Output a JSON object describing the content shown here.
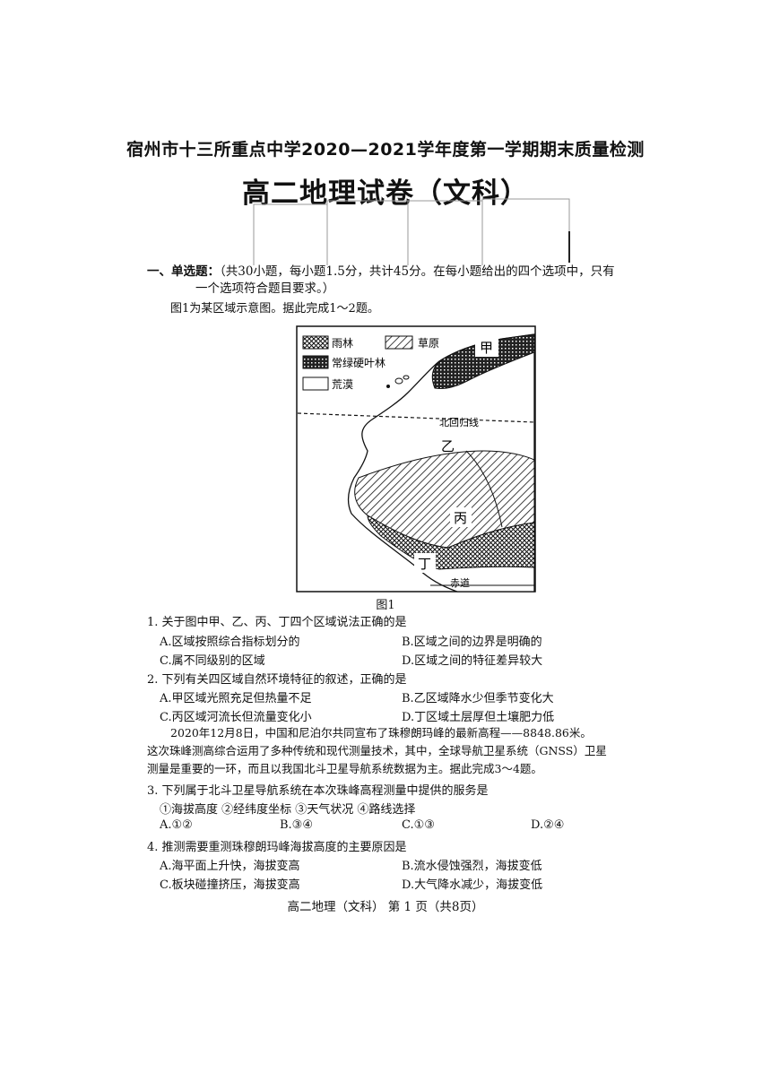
{
  "header": {
    "subtitle": "宿州市十三所重点中学2020—2021学年度第一学期期末质量检测",
    "title": "高二地理试卷（文科）"
  },
  "section1": {
    "label": "一、单选题：",
    "instruction_line1": "（共30小题，每小题1.5分，共计45分。在每小题给出的四个选项中，只有",
    "instruction_line2": "一个选项符合题目要求。）"
  },
  "intro_1_2": "图1为某区域示意图。据此完成1～2题。",
  "figure": {
    "legend": {
      "rainforest": "雨林",
      "grassland": "草原",
      "sclerophyll": "常绿硬叶林",
      "desert": "荒漠"
    },
    "labels": {
      "jia": "甲",
      "yi": "乙",
      "bing": "丙",
      "ding": "丁",
      "tropic": "北回归线",
      "equator": "赤道"
    },
    "caption": "图1"
  },
  "questions": [
    {
      "stem": "1. 关于图中甲、乙、丙、丁四个区域说法正确的是",
      "A": "A.区域按照综合指标划分的",
      "B": "B.区域之间的边界是明确的",
      "C": "C.属不同级别的区域",
      "D": "D.区域之间的特征差异较大"
    },
    {
      "stem": "2. 下列有关四区域自然环境特征的叙述，正确的是",
      "A": "A.甲区域光照充足但热量不足",
      "B": "B.乙区域降水少但季节变化大",
      "C": "C.丙区域河流长但流量变化小",
      "D": "D.丁区域土层厚但土壤肥力低"
    }
  ],
  "passage_3_4": {
    "line1": "2020年12月8日，中国和尼泊尔共同宣布了珠穆朗玛峰的最新高程——8848.86米。",
    "line2": "这次珠峰测高综合运用了多种传统和现代测量技术，其中，全球导航卫星系统（GNSS）卫星",
    "line3": "测量是重要的一环，而且以我国北斗卫星导航系统数据为主。据此完成3～4题。"
  },
  "q3": {
    "stem": "3. 下列属于北斗卫星导航系统在本次珠峰高程测量中提供的服务是",
    "items": "①海拔高度   ②经纬度坐标  ③天气状况   ④路线选择",
    "A": "A.①②",
    "B": "B.③④",
    "C": "C.①③",
    "D": "D.②④"
  },
  "q4": {
    "stem": "4. 推测需要重测珠穆朗玛峰海拔高度的主要原因是",
    "A": "A.海平面上升快，海拔变高",
    "B": "B.流水侵蚀强烈，海拔变低",
    "C": "C.板块碰撞挤压，海拔变高",
    "D": "D.大气降水减少，海拔变低"
  },
  "footer": "高二地理（文科）  第 1 页（共8页）"
}
